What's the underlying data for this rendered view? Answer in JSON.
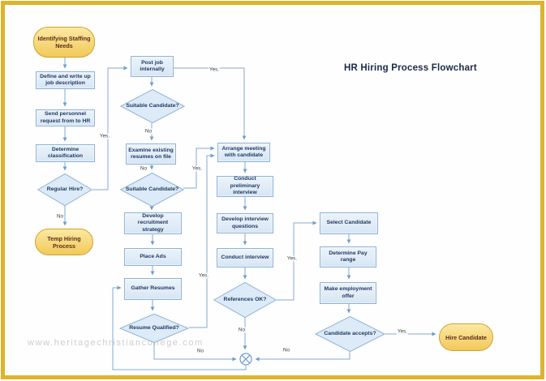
{
  "title": "HR Hiring Process Flowchart",
  "watermark": "www.heritagechristiancollege.com",
  "colors": {
    "frame_border": "#ddb42c",
    "process_fill": "#dce9f6",
    "shape_border": "#8fb2d6",
    "connector": "#84abd2",
    "terminator_fill": "#f5d36e",
    "terminator_border": "#cfa22b",
    "node_text": "#1f3864",
    "terminator_text": "#5c2d1f",
    "title_text": "#1b2a45"
  },
  "nodes": [
    {
      "id": "identifying-staffing-needs",
      "type": "terminator",
      "label": "Identifying Staffing Needs"
    },
    {
      "id": "define-job",
      "type": "process",
      "label": "Define and write up job description"
    },
    {
      "id": "send-request",
      "type": "process",
      "label": "Send personnel request from to HR"
    },
    {
      "id": "determine-classification",
      "type": "process",
      "label": "Determine classification"
    },
    {
      "id": "regular-hire",
      "type": "decision",
      "label": "Regular Hire?"
    },
    {
      "id": "temp-hiring",
      "type": "terminator",
      "label": "Temp Hiring Process"
    },
    {
      "id": "post-job",
      "type": "process",
      "label": "Post job internally"
    },
    {
      "id": "suitable-candidate-1",
      "type": "decision",
      "label": "Suitable Candidate?"
    },
    {
      "id": "examine-resumes",
      "type": "process",
      "label": "Examine existing resumes on file"
    },
    {
      "id": "suitable-candidate-2",
      "type": "decision",
      "label": "Suitable Candidate?"
    },
    {
      "id": "develop-recruitment",
      "type": "process",
      "label": "Develop recruitment strategy"
    },
    {
      "id": "place-ads",
      "type": "process",
      "label": "Place Ads"
    },
    {
      "id": "gather-resumes",
      "type": "process",
      "label": "Gather Resumes"
    },
    {
      "id": "resume-qualified",
      "type": "decision",
      "label": "Resume Qualified?"
    },
    {
      "id": "arrange-meeting",
      "type": "process",
      "label": "Arrange meeting with candidate"
    },
    {
      "id": "conduct-preliminary",
      "type": "process",
      "label": "Conduct preliminary interview"
    },
    {
      "id": "develop-questions",
      "type": "process",
      "label": "Develop interview questions"
    },
    {
      "id": "conduct-interview",
      "type": "process",
      "label": "Conduct interview"
    },
    {
      "id": "references-ok",
      "type": "decision",
      "label": "References OK?"
    },
    {
      "id": "select-candidate",
      "type": "process",
      "label": "Select Candidate"
    },
    {
      "id": "determine-pay",
      "type": "process",
      "label": "Determine Pay range"
    },
    {
      "id": "make-offer",
      "type": "process",
      "label": "Make employment offer"
    },
    {
      "id": "candidate-accepts",
      "type": "decision",
      "label": "Candidate accepts?"
    },
    {
      "id": "hire-candidate",
      "type": "terminator",
      "label": "Hire Candidate"
    },
    {
      "id": "rejection-junction",
      "type": "junction",
      "label": ""
    }
  ],
  "edges": [
    {
      "from": "identifying-staffing-needs",
      "to": "define-job",
      "label": ""
    },
    {
      "from": "define-job",
      "to": "send-request",
      "label": ""
    },
    {
      "from": "send-request",
      "to": "determine-classification",
      "label": ""
    },
    {
      "from": "determine-classification",
      "to": "regular-hire",
      "label": ""
    },
    {
      "from": "regular-hire",
      "to": "temp-hiring",
      "label": "No"
    },
    {
      "from": "regular-hire",
      "to": "post-job",
      "label": "Yes."
    },
    {
      "from": "post-job",
      "to": "suitable-candidate-1",
      "label": ""
    },
    {
      "from": "suitable-candidate-1",
      "to": "arrange-meeting",
      "label": "Yes."
    },
    {
      "from": "suitable-candidate-1",
      "to": "examine-resumes",
      "label": "No"
    },
    {
      "from": "examine-resumes",
      "to": "suitable-candidate-2",
      "label": "No"
    },
    {
      "from": "suitable-candidate-2",
      "to": "arrange-meeting",
      "label": "Yes."
    },
    {
      "from": "suitable-candidate-2",
      "to": "develop-recruitment",
      "label": ""
    },
    {
      "from": "develop-recruitment",
      "to": "place-ads",
      "label": ""
    },
    {
      "from": "place-ads",
      "to": "gather-resumes",
      "label": ""
    },
    {
      "from": "gather-resumes",
      "to": "resume-qualified",
      "label": ""
    },
    {
      "from": "resume-qualified",
      "to": "arrange-meeting",
      "label": "Yes."
    },
    {
      "from": "resume-qualified",
      "to": "rejection-junction",
      "label": "No"
    },
    {
      "from": "arrange-meeting",
      "to": "conduct-preliminary",
      "label": ""
    },
    {
      "from": "conduct-preliminary",
      "to": "develop-questions",
      "label": ""
    },
    {
      "from": "develop-questions",
      "to": "conduct-interview",
      "label": ""
    },
    {
      "from": "conduct-interview",
      "to": "references-ok",
      "label": ""
    },
    {
      "from": "references-ok",
      "to": "select-candidate",
      "label": "Yes."
    },
    {
      "from": "references-ok",
      "to": "rejection-junction",
      "label": "No"
    },
    {
      "from": "select-candidate",
      "to": "determine-pay",
      "label": ""
    },
    {
      "from": "determine-pay",
      "to": "make-offer",
      "label": ""
    },
    {
      "from": "make-offer",
      "to": "candidate-accepts",
      "label": ""
    },
    {
      "from": "candidate-accepts",
      "to": "hire-candidate",
      "label": "Yes."
    },
    {
      "from": "candidate-accepts",
      "to": "rejection-junction",
      "label": "No"
    },
    {
      "from": "rejection-junction",
      "to": "gather-resumes",
      "label": ""
    }
  ]
}
